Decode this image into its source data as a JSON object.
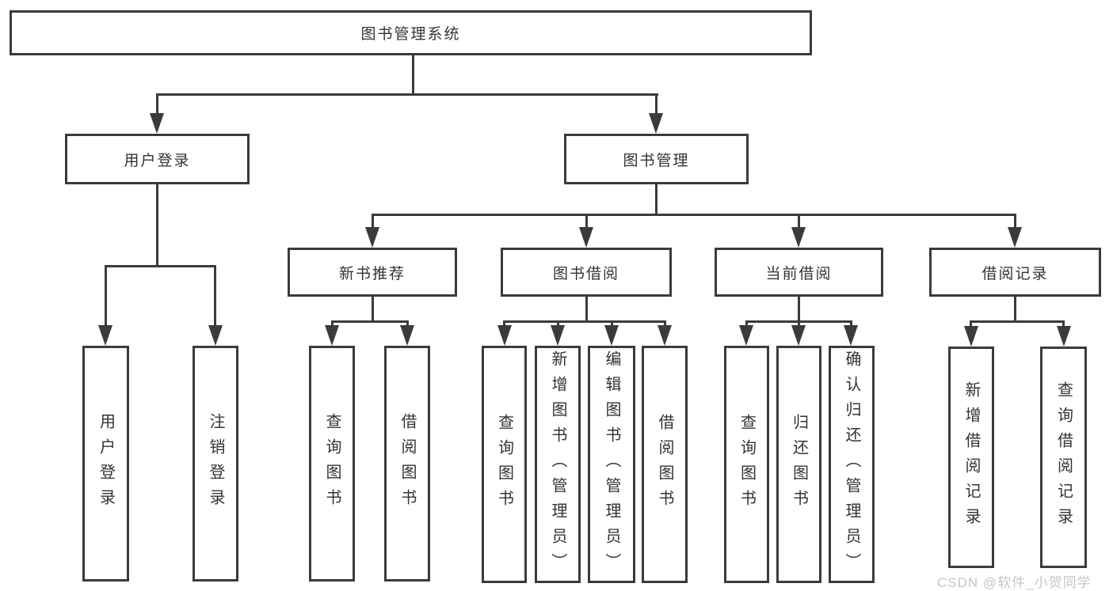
{
  "tree": {
    "root": {
      "label": "图书管理系统",
      "children": [
        {
          "label": "用户登录",
          "children": [
            {
              "label": "用户登录"
            },
            {
              "label": "注销登录"
            }
          ]
        },
        {
          "label": "图书管理",
          "children": [
            {
              "label": "新书推荐",
              "children": [
                {
                  "label": "查询图书"
                },
                {
                  "label": "借阅图书"
                }
              ]
            },
            {
              "label": "图书借阅",
              "children": [
                {
                  "label": "查询图书"
                },
                {
                  "label": "新增图书（管理员）"
                },
                {
                  "label": "编辑图书（管理员）"
                },
                {
                  "label": "借阅图书"
                }
              ]
            },
            {
              "label": "当前借阅",
              "children": [
                {
                  "label": "查询图书"
                },
                {
                  "label": "归还图书"
                },
                {
                  "label": "确认归还（管理员）"
                }
              ]
            },
            {
              "label": "借阅记录",
              "children": [
                {
                  "label": "新增借阅记录"
                },
                {
                  "label": "查询借阅记录"
                }
              ]
            }
          ]
        }
      ]
    },
    "colors": {
      "line": "#3b3b3b",
      "text": "#333333",
      "background": "#ffffff",
      "watermark": "#c6c6c6"
    }
  },
  "watermark": {
    "text": "CSDN @软件_小贺同学"
  }
}
